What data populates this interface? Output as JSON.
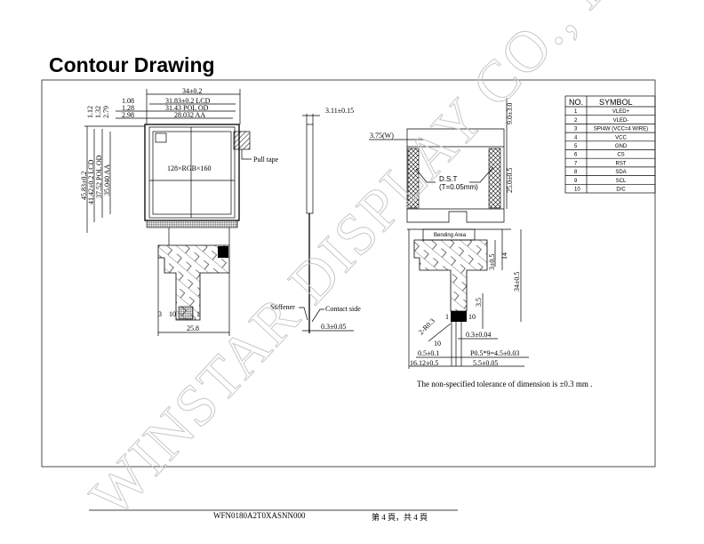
{
  "title": "Contour Drawing",
  "front_view": {
    "width_total": "34±0.2",
    "width_lcd": "31.83±0.2 LCD",
    "width_pol": "31.43 POL OD",
    "width_aa": "28.032 AA",
    "offset_1": "1.08",
    "offset_2": "1.28",
    "offset_3": "2.98",
    "top_offset_1": "1.12",
    "top_offset_2": "1.32",
    "top_offset_3": "2.79",
    "height_total": "45.83±0.2",
    "height_lcd": "41.42±0.2 LCD",
    "height_pol": "37.52 POL OD",
    "height_aa": "35.040 AA",
    "resolution": "128×RGB×160",
    "pull_tape": "Pull tape",
    "fpc_width": "25.8",
    "pin_first": "1",
    "pin_last": "10",
    "pin_dim": "3"
  },
  "side_view": {
    "thickness": "3.11±0.15",
    "stiffener": "Stiffener",
    "contact_side": "Contact side",
    "fpc_thickness": "0.3±0.05"
  },
  "back_view": {
    "tape_width": "3.75(W)",
    "top_dim": "9.0±3.0",
    "tape_height": "25.0±0.5",
    "dst_label": "D.S.T",
    "dst_thickness": "(T=0.05mm)",
    "bending_area": "Bending Area",
    "dim_3": "3±0.5",
    "dim_14": "14",
    "dim_34": "34±0.5",
    "dim_35": "3.5",
    "pin_first": "1",
    "pin_last": "10",
    "radius": "2-R0.3",
    "dim_10": "10",
    "pin_thk": "0.3±0.04",
    "pin_gap": "0.5±0.1",
    "pitch": "P0.5*9=4.5±0.03",
    "fpc_len": "16.12±0.5",
    "pin_span": "5.5±0.05"
  },
  "pin_table": {
    "headers": [
      "NO.",
      "SYMBOL"
    ],
    "rows": [
      [
        "1",
        "VLED+"
      ],
      [
        "2",
        "VLED-"
      ],
      [
        "3",
        "SPI4W (VCC=4 WIRE)"
      ],
      [
        "4",
        "VCC"
      ],
      [
        "5",
        "GND"
      ],
      [
        "6",
        "CS"
      ],
      [
        "7",
        "RST"
      ],
      [
        "8",
        "SDA"
      ],
      [
        "9",
        "SCL"
      ],
      [
        "10",
        "D/C"
      ]
    ]
  },
  "note": "The non-specified tolerance of dimension is ±0.3 mm .",
  "watermark": "WINSTAR DISPLAY CO., LTD",
  "footer": {
    "doc_code": "WFN0180A2T0XASNN000",
    "page": "第 4 頁，共 4 頁"
  }
}
